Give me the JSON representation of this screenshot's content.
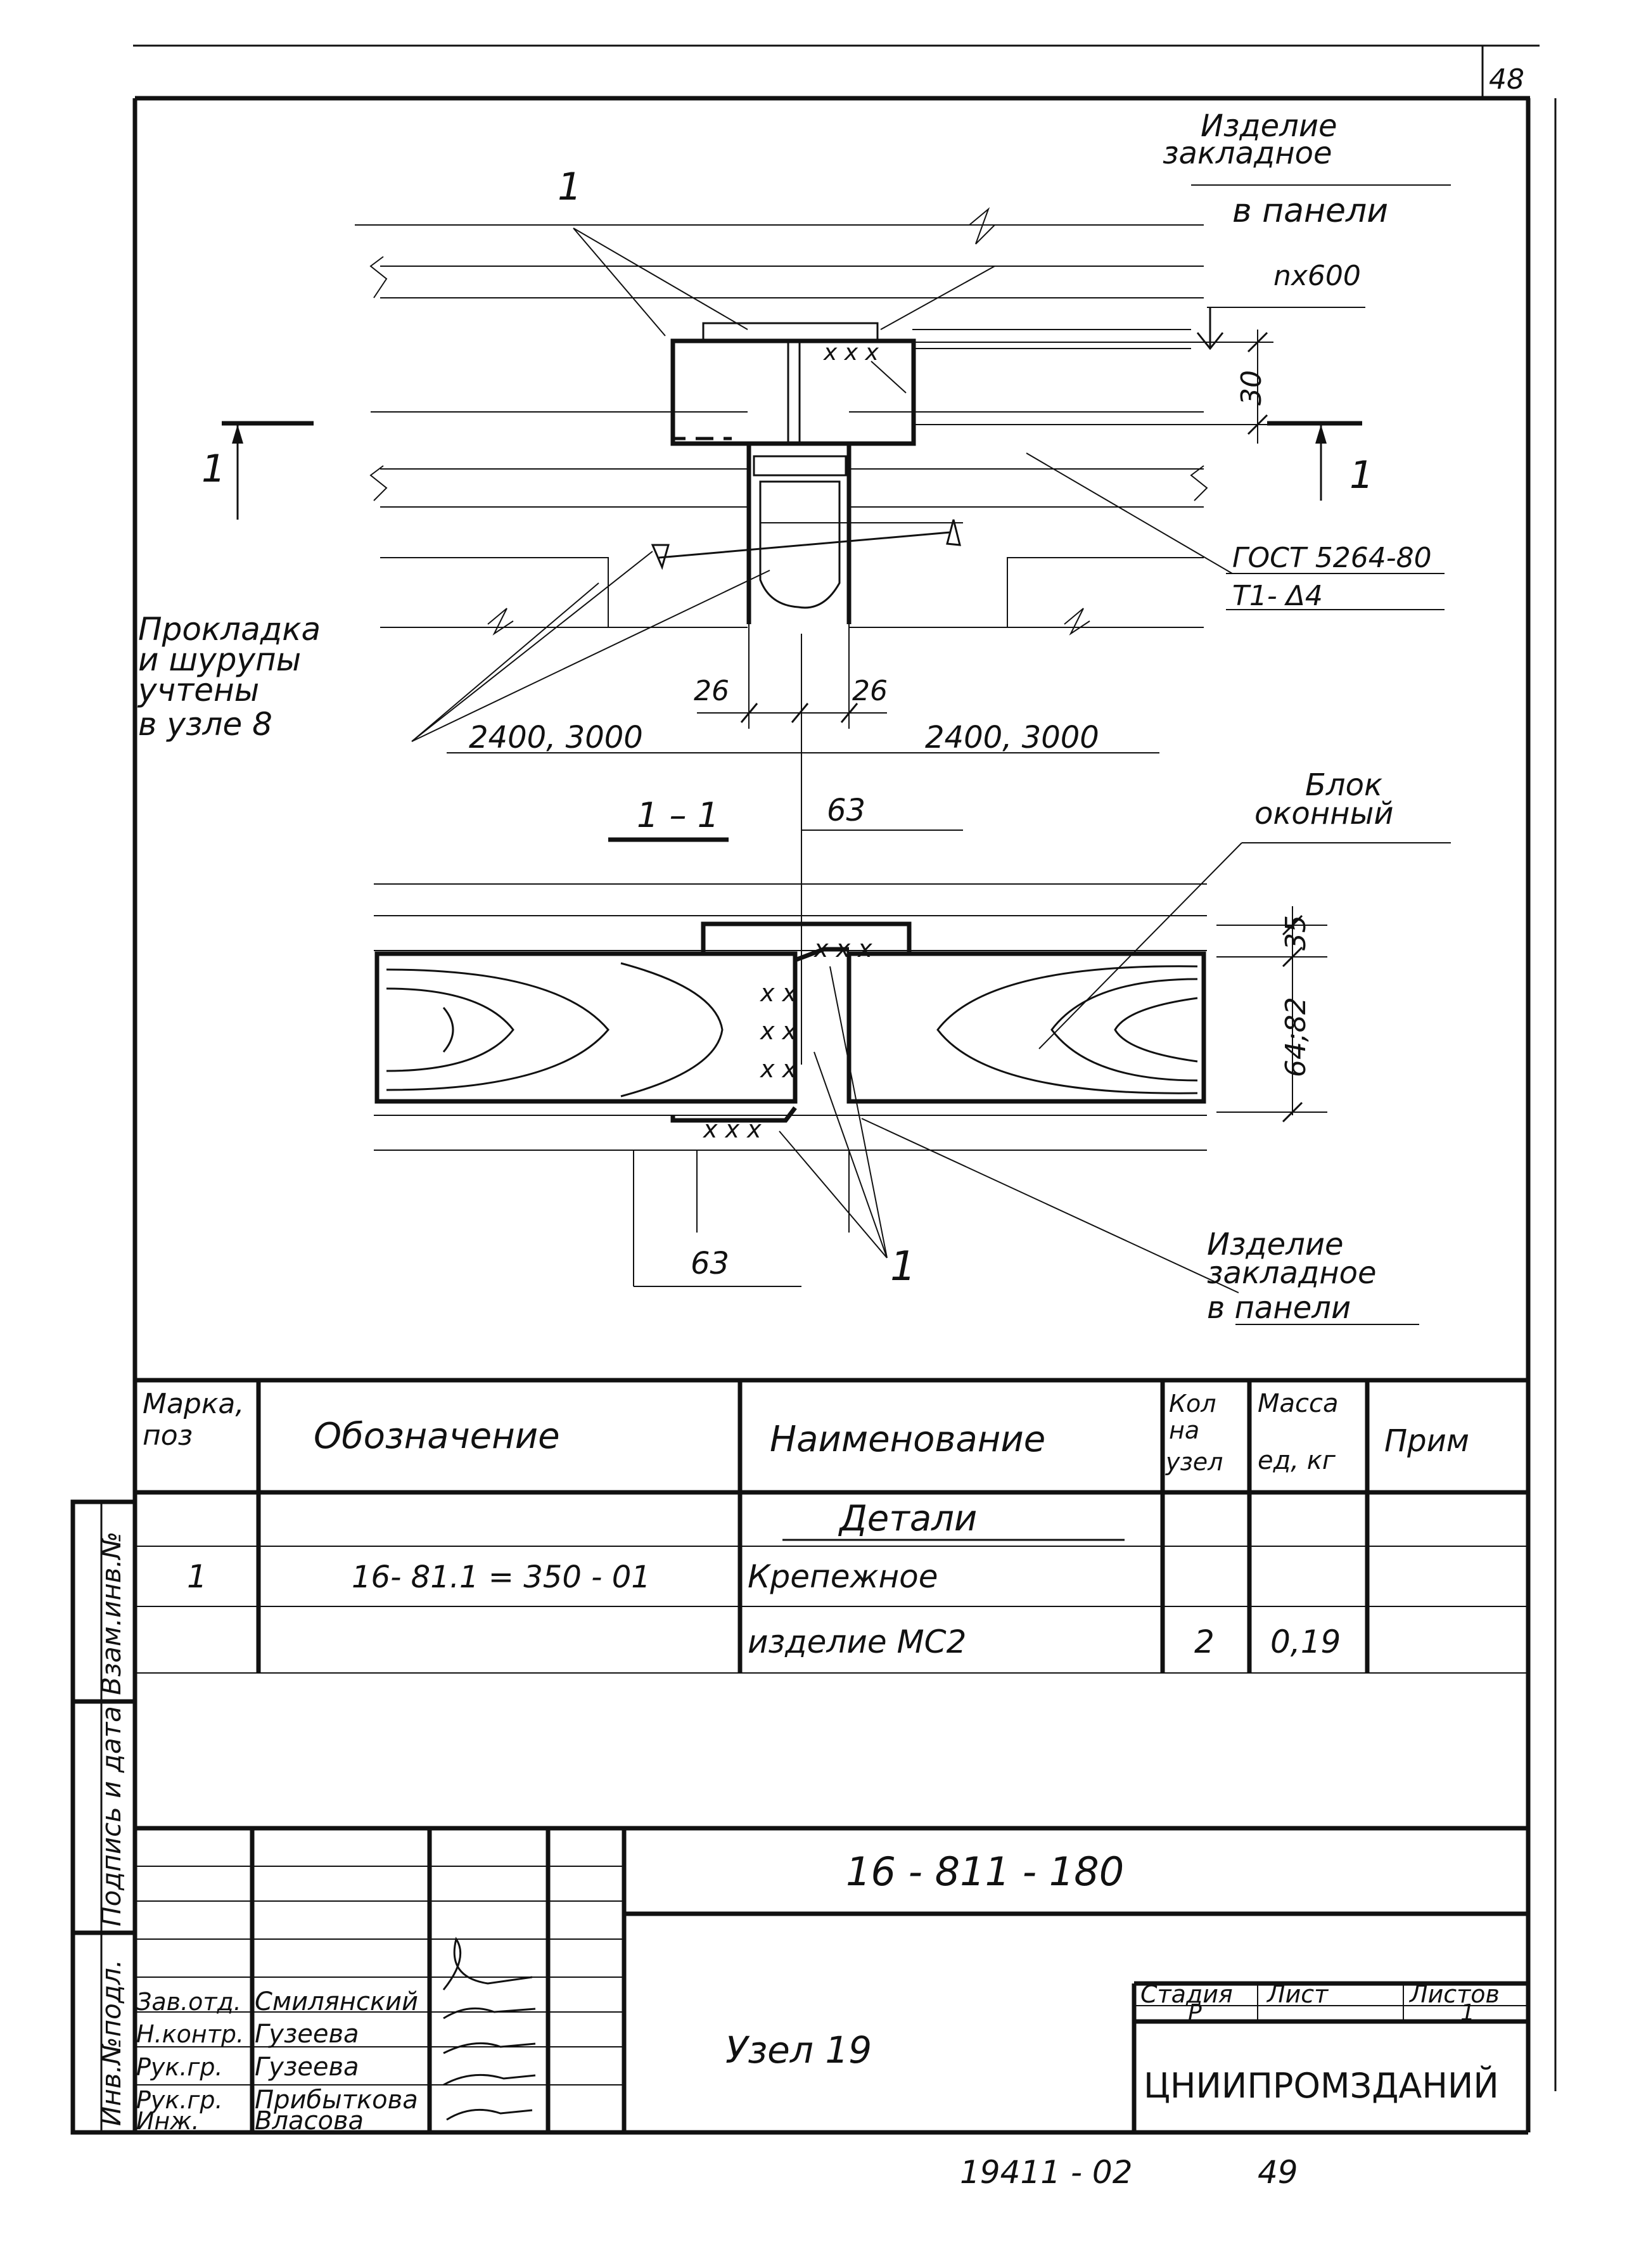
{
  "sheet": {
    "number": "48"
  },
  "plan_view": {
    "callout_top_right": [
      "Изделие",
      "закладное",
      "в панели"
    ],
    "spacing": "nх600",
    "dim_30": "30",
    "position_mark": "1",
    "section_mark_left": "1",
    "section_mark_right": "1",
    "weld_spec": [
      "ГОСТ 5264-80",
      "Т1- Δ4"
    ],
    "gasket_note": [
      "Прокладка",
      "и шурупы",
      "учтены",
      "в узле 8"
    ],
    "dim_26_left": "26",
    "dim_26_right": "26",
    "span_left": "2400, 3000",
    "span_right": "2400, 3000"
  },
  "section_view": {
    "title": "1 – 1",
    "window_block": [
      "Блок",
      "оконный"
    ],
    "dim_63_top": "63",
    "dim_35": "35",
    "dim_64_82": "64;82",
    "dim_63_bottom": "63",
    "position_mark": "1",
    "callout_bottom": [
      "Изделие",
      "закладное",
      "в панели"
    ]
  },
  "spec_table": {
    "headers": {
      "mark": [
        "Марка,",
        "поз"
      ],
      "designation": "Обозначение",
      "name": "Наименование",
      "qty": [
        "Кол",
        "на",
        "узел"
      ],
      "mass": [
        "Масса",
        "ед, кг"
      ],
      "note": "Прим"
    },
    "section_title": "Детали",
    "rows": [
      {
        "mark": "1",
        "designation": "16- 81.1 = 350 - 01",
        "name": "Крепежное",
        "qty": "",
        "mass": ""
      },
      {
        "mark": "",
        "designation": "",
        "name": "изделие   МС2",
        "qty": "2",
        "mass": "0,19"
      }
    ]
  },
  "side_stamp": [
    "Инв.№подл.",
    "Подпись и дата",
    "Взам.инв.№"
  ],
  "title_block": {
    "doc_code": "16 - 811 - 180",
    "roles": [
      "Зав.отд.",
      "Н.контр.",
      "Рук.гр.",
      "Рук.гр.",
      "Инж."
    ],
    "names": [
      "Смилянский",
      "Гузеева",
      "Гузеева",
      "Прибыткова",
      "Власова"
    ],
    "drawing_title": "Узел 19",
    "stage_label": "Стадия",
    "sheet_label": "Лист",
    "sheets_label": "Листов",
    "stage_value": "Р",
    "sheets_value": "1",
    "organization": "ЦНИИПРОМЗДАНИЙ"
  },
  "footer": {
    "archive_no": "19411 - 02",
    "page_no": "49"
  }
}
